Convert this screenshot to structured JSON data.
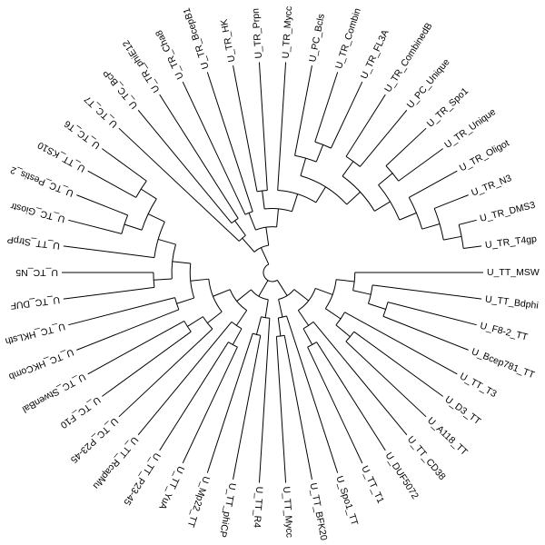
{
  "tree": {
    "root": {
      "c": [
        {
          "c": [
            {
              "c": [
                {
                  "c": [
                    {
                      "c": [
                        {
                          "label": "U_TT_MSW"
                        },
                        {
                          "c": [
                            {
                              "label": "U_TT_Bdphi"
                            },
                            {
                              "c": [
                                {
                                  "label": "U_F8-2_TT"
                                },
                                {
                                  "label": "U_Bcep781_TT"
                                }
                              ]
                            }
                          ]
                        }
                      ]
                    },
                    {
                      "c": [
                        {
                          "label": "U_TT_T3"
                        },
                        {
                          "c": [
                            {
                              "label": "U_D3_TT"
                            },
                            {
                              "label": "U_A118_TT"
                            }
                          ]
                        }
                      ]
                    }
                  ]
                },
                {
                  "c": [
                    {
                      "label": "U_TT_CD38"
                    },
                    {
                      "c": [
                        {
                          "label": "U_DUF5072"
                        },
                        {
                          "label": "U_TT_T1"
                        }
                      ]
                    }
                  ]
                }
              ]
            },
            {
              "c": [
                {
                  "label": "U_Spo1_TT"
                },
                {
                  "c": [
                    {
                      "label": "U_TT_BFK20"
                    },
                    {
                      "label": "U_TT_Mycc"
                    }
                  ]
                }
              ]
            }
          ]
        },
        {
          "c": [
            {
              "c": [
                {
                  "label": "U_TT_R4"
                },
                {
                  "c": [
                    {
                      "label": "U_TT_phiCP"
                    },
                    {
                      "label": "U_Mp22_TT"
                    }
                  ]
                }
              ]
            },
            {
              "c": [
                {
                  "c": [
                    {
                      "c": [
                        {
                          "label": "U_TT_YuA"
                        },
                        {
                          "label": "U_TT_P23-45"
                        }
                      ]
                    },
                    {
                      "label": "U_TT_RcapMu"
                    }
                  ]
                },
                {
                  "c": [
                    {
                      "c": [
                        {
                          "label": "U_TC_P23-45"
                        },
                        {
                          "c": [
                            {
                              "label": "U_TC_F10"
                            },
                            {
                              "label": "U_TC_StwenBal"
                            }
                          ]
                        }
                      ]
                    },
                    {
                      "c": [
                        {
                          "c": [
                            {
                              "label": "U_TC_HKComb"
                            },
                            {
                              "label": "U_TC_HKLsth"
                            }
                          ]
                        },
                        {
                          "c": [
                            {
                              "c": [
                                {
                                  "label": "U_TC_DUF"
                                },
                                {
                                  "label": "U_TC_N5"
                                }
                              ]
                            },
                            {
                              "c": [
                                {
                                  "label": "U_TT_StrpP"
                                },
                                {
                                  "c": [
                                    {
                                      "c": [
                                        {
                                          "label": "U_TC_Giostr"
                                        },
                                        {
                                          "label": "U_TC_Pestis_2"
                                        }
                                      ]
                                    },
                                    {
                                      "c": [
                                        {
                                          "label": "U_TT_KS10"
                                        },
                                        {
                                          "label": "U_TC_T6"
                                        }
                                      ]
                                    }
                                  ]
                                }
                              ]
                            }
                          ]
                        }
                      ]
                    }
                  ]
                }
              ]
            }
          ]
        },
        {
          "c": [
            {
              "c": [
                {
                  "label": "U_TC_T7"
                },
                {
                  "c": [
                    {
                      "label": "U_TC_BcP"
                    },
                    {
                      "label": "U_TR_phiE12"
                    }
                  ]
                }
              ]
            },
            {
              "c": [
                {
                  "c": [
                    {
                      "label": "U_TR_Cha8"
                    },
                    {
                      "label": "U_TR_BcepB1"
                    }
                  ]
                },
                {
                  "c": [
                    {
                      "c": [
                        {
                          "label": "U_TR_HK"
                        },
                        {
                          "label": "U_TR_Prpn"
                        }
                      ]
                    },
                    {
                      "c": [
                        {
                          "label": "U_TR_Mycc"
                        },
                        {
                          "c": [
                            {
                              "c": [
                                {
                                  "label": "U_PC_Bcls"
                                },
                                {
                                  "c": [
                                    {
                                      "label": "U_TR_Combin"
                                    },
                                    {
                                      "label": "U_TR_FL3A"
                                    }
                                  ]
                                }
                              ]
                            },
                            {
                              "c": [
                                {
                                  "c": [
                                    {
                                      "label": "U_TR_CombinedB"
                                    },
                                    {
                                      "label": "U_PC_Unique"
                                    }
                                  ]
                                },
                                {
                                  "c": [
                                    {
                                      "c": [
                                        {
                                          "label": "U_TR_Spo1"
                                        },
                                        {
                                          "label": "U_TR_Unique"
                                        }
                                      ]
                                    },
                                    {
                                      "c": [
                                        {
                                          "label": "U_TR_Oligot"
                                        },
                                        {
                                          "c": [
                                            {
                                              "label": "U_TR_N3"
                                            },
                                            {
                                              "c": [
                                                {
                                                  "label": "U_TR_DMS3"
                                                },
                                                {
                                                  "label": "U_TR_T4gp"
                                                }
                                              ]
                                            }
                                          ]
                                        }
                                      ]
                                    }
                                  ]
                                }
                              ]
                            }
                          ]
                        }
                      ]
                    }
                  ]
                }
              ]
            }
          ]
        }
      ]
    }
  }
}
